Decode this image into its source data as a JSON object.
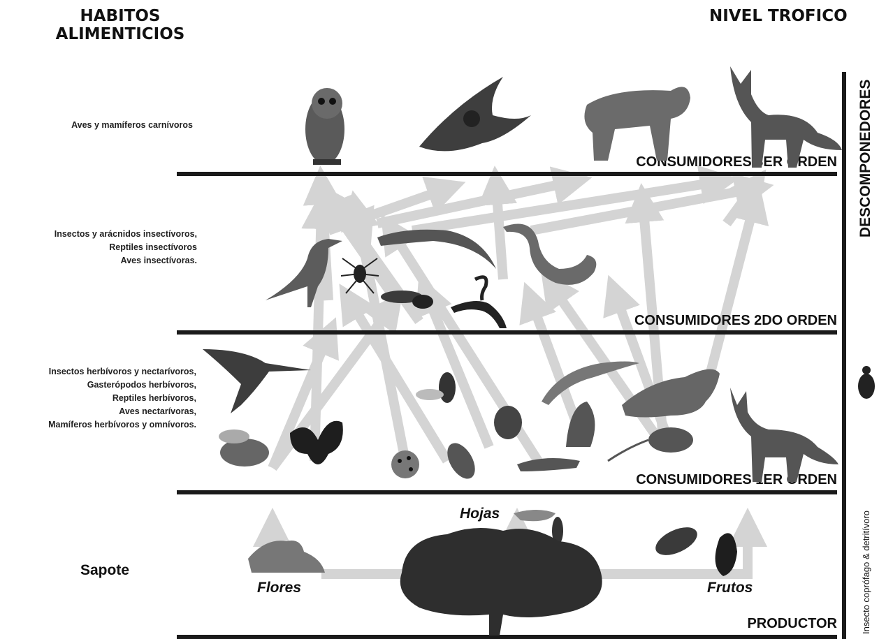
{
  "headers": {
    "left": [
      "HABITOS",
      "ALIMENTICIOS"
    ],
    "right": "NIVEL TROFICO"
  },
  "habits": {
    "carnivores": [
      "Aves y mamíferos carnívoros"
    ],
    "insectivores": [
      "Insectos y arácnidos insectívoros,",
      "Reptiles insectívoros",
      "Aves insectívoras."
    ],
    "herbivores": [
      "Insectos herbívoros y nectarívoros,",
      "Gasterópodos herbívoros,",
      "Reptiles herbívoros,",
      "Aves nectarívoras,",
      "Mamíferos herbívoros y omnívoros."
    ],
    "producer": "Sapote"
  },
  "levels": {
    "third": "CONSUMIDORES 3ER ORDEN",
    "second": "CONSUMIDORES 2DO ORDEN",
    "first": "CONSUMIDORES 1ER ORDEN",
    "producer": "PRODUCTOR"
  },
  "side": {
    "decomposers": "DESCOMPONEDORES",
    "detritivore": "Insecto coprófago & detritívoro"
  },
  "plant_parts": {
    "flowers": "Flores",
    "leaves": "Hojas",
    "fruits": "Frutos"
  },
  "colors": {
    "arrow": "#d4d4d4",
    "line": "#1a1a1a",
    "silhouette": "#4a4a4a"
  }
}
